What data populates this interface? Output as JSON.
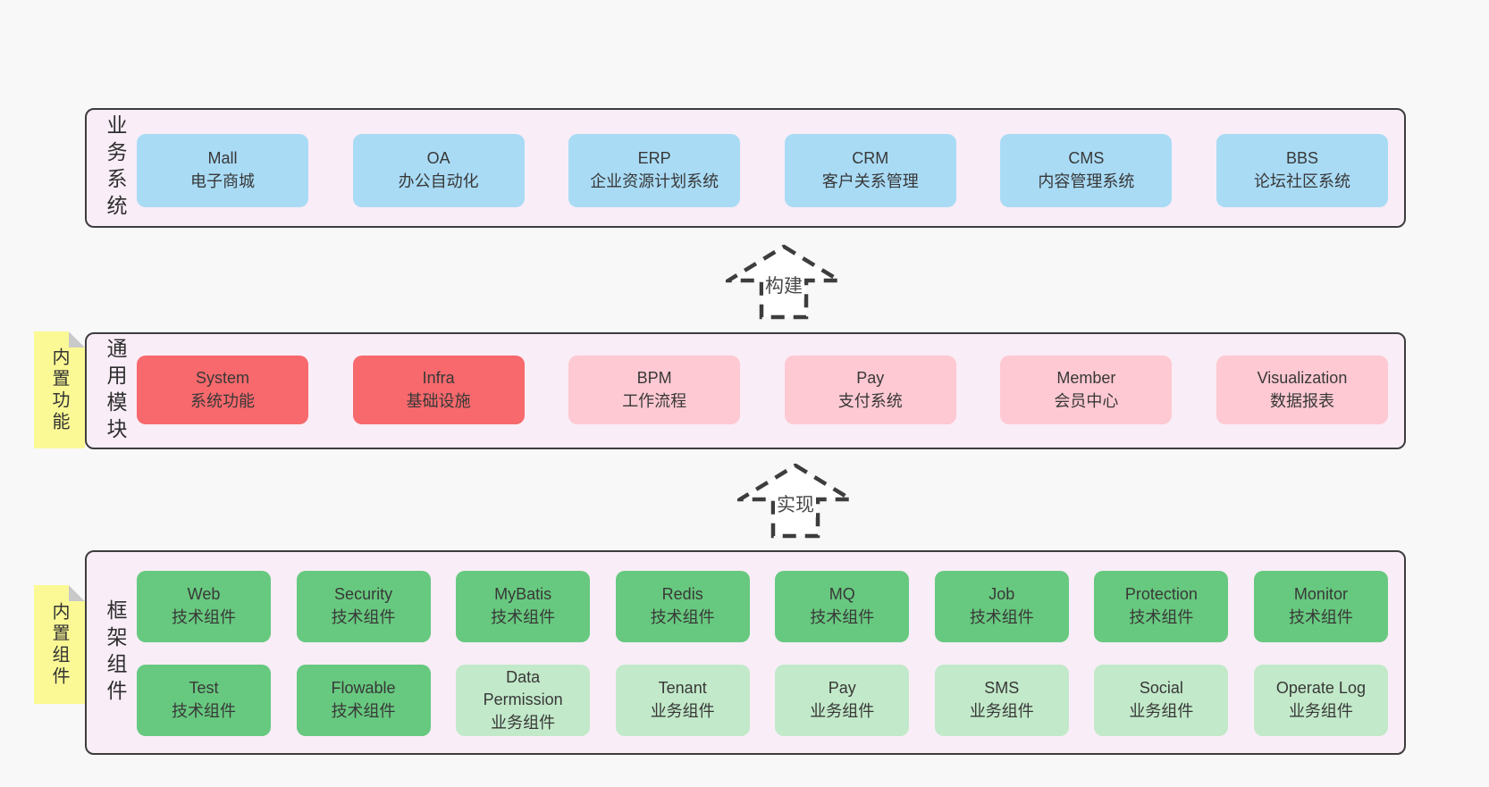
{
  "colors": {
    "page_bg": "#f8f8f8",
    "layer_bg": "#f9edf7",
    "layer_border": "#3d3d3d",
    "box_blue": "#a9dbf5",
    "box_red": "#f7696c",
    "box_pink": "#fec9d2",
    "box_green_dark": "#67c97f",
    "box_green_light": "#c2e9c9",
    "note_yellow": "#fbf995",
    "note_fold_gray": "#c9c9c9",
    "arrow_fill": "#ffffff",
    "text": "#383838"
  },
  "arrows": [
    {
      "label": "构建"
    },
    {
      "label": "实现"
    }
  ],
  "layers": [
    {
      "side_label": "业务系统",
      "boxes": [
        {
          "en": "Mall",
          "zh": "电子商城",
          "variant": "blue"
        },
        {
          "en": "OA",
          "zh": "办公自动化",
          "variant": "blue"
        },
        {
          "en": "ERP",
          "zh": "企业资源计划系统",
          "variant": "blue"
        },
        {
          "en": "CRM",
          "zh": "客户关系管理",
          "variant": "blue"
        },
        {
          "en": "CMS",
          "zh": "内容管理系统",
          "variant": "blue"
        },
        {
          "en": "BBS",
          "zh": "论坛社区系统",
          "variant": "blue"
        }
      ]
    },
    {
      "side_label": "通用模块",
      "note": "内置功能",
      "boxes": [
        {
          "en": "System",
          "zh": "系统功能",
          "variant": "red"
        },
        {
          "en": "Infra",
          "zh": "基础设施",
          "variant": "red"
        },
        {
          "en": "BPM",
          "zh": "工作流程",
          "variant": "pink"
        },
        {
          "en": "Pay",
          "zh": "支付系统",
          "variant": "pink"
        },
        {
          "en": "Member",
          "zh": "会员中心",
          "variant": "pink"
        },
        {
          "en": "Visualization",
          "zh": "数据报表",
          "variant": "pink"
        }
      ]
    },
    {
      "side_label": "框架组件",
      "note": "内置组件",
      "rows": [
        [
          {
            "en": "Web",
            "zh": "技术组件",
            "variant": "green"
          },
          {
            "en": "Security",
            "zh": "技术组件",
            "variant": "green"
          },
          {
            "en": "MyBatis",
            "zh": "技术组件",
            "variant": "green"
          },
          {
            "en": "Redis",
            "zh": "技术组件",
            "variant": "green"
          },
          {
            "en": "MQ",
            "zh": "技术组件",
            "variant": "green"
          },
          {
            "en": "Job",
            "zh": "技术组件",
            "variant": "green"
          },
          {
            "en": "Protection",
            "zh": "技术组件",
            "variant": "green"
          },
          {
            "en": "Monitor",
            "zh": "技术组件",
            "variant": "green"
          }
        ],
        [
          {
            "en": "Test",
            "zh": "技术组件",
            "variant": "green"
          },
          {
            "en": "Flowable",
            "zh": "技术组件",
            "variant": "green"
          },
          {
            "en": "Data Permission",
            "zh": "业务组件",
            "variant": "lgreen"
          },
          {
            "en": "Tenant",
            "zh": "业务组件",
            "variant": "lgreen"
          },
          {
            "en": "Pay",
            "zh": "业务组件",
            "variant": "lgreen"
          },
          {
            "en": "SMS",
            "zh": "业务组件",
            "variant": "lgreen"
          },
          {
            "en": "Social",
            "zh": "业务组件",
            "variant": "lgreen"
          },
          {
            "en": "Operate Log",
            "zh": "业务组件",
            "variant": "lgreen"
          }
        ]
      ]
    }
  ]
}
